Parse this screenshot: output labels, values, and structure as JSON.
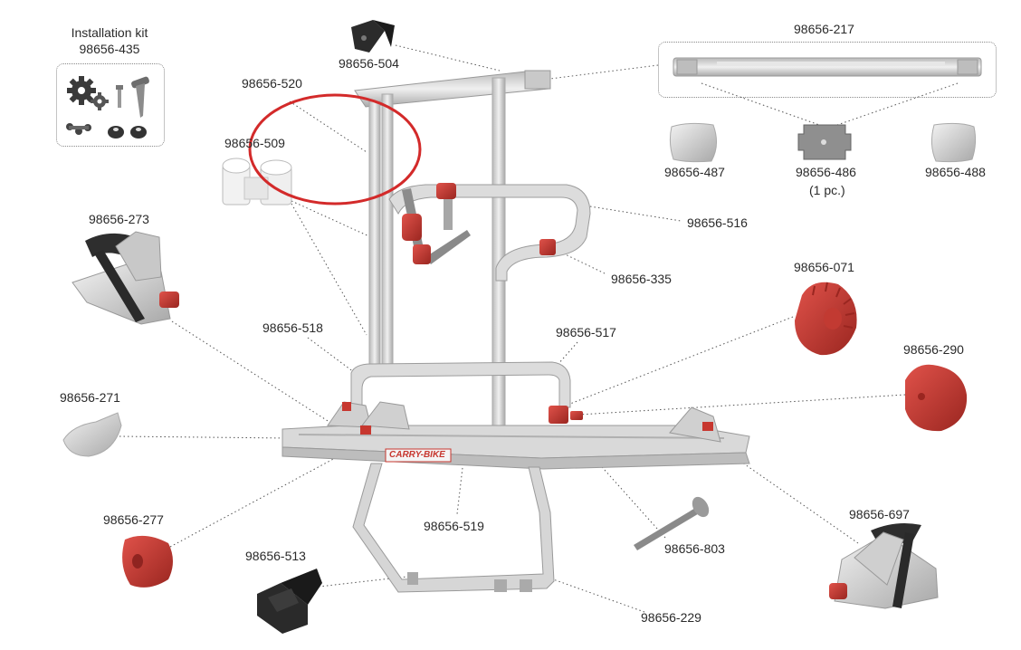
{
  "kit": {
    "title": "Installation kit",
    "code": "98656-435"
  },
  "labels": {
    "p504": "98656-504",
    "p217": "98656-217",
    "p520": "98656-520",
    "p509": "98656-509",
    "p487": "98656-487",
    "p486": "98656-486",
    "p486_note": "(1 pc.)",
    "p488": "98656-488",
    "p273": "98656-273",
    "p516": "98656-516",
    "p335": "98656-335",
    "p071": "98656-071",
    "p518": "98656-518",
    "p517": "98656-517",
    "p290": "98656-290",
    "p271": "98656-271",
    "p277": "98656-277",
    "p519": "98656-519",
    "p697": "98656-697",
    "p803": "98656-803",
    "p513": "98656-513",
    "p229": "98656-229"
  },
  "brand": {
    "name": "CARRY-BIKE"
  },
  "colors": {
    "frame": "#d6d6d6",
    "frame_edge": "#a8a8a8",
    "red_part": "#c7372f",
    "red_dark": "#8f2420",
    "highlight_circle": "#d32a2a",
    "leader": "#555555",
    "black_part": "#2b2b2b"
  },
  "icons": [
    "gear-icon",
    "screw-icon",
    "washer-icon"
  ]
}
